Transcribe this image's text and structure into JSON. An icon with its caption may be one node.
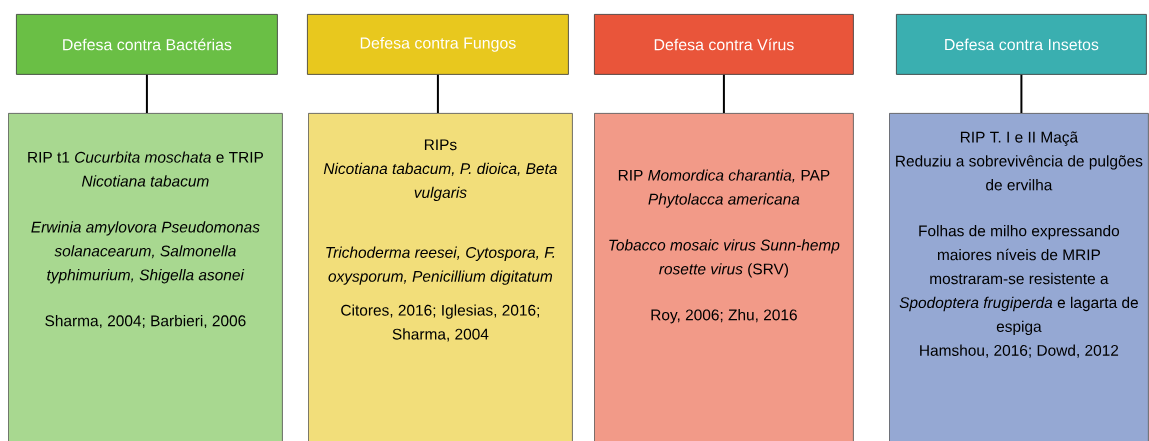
{
  "diagram": {
    "nodes": [
      {
        "text": [
          "Defesa contra Bactérias"
        ]
      },
      {
        "text": [
          "Defesa contra Fungos"
        ]
      },
      {
        "text": [
          "Defesa contra Vírus"
        ]
      },
      {
        "text": [
          "Defesa contra Insetos"
        ]
      },
      {
        "text": [
          "RIP t1 *Cucurbita moschata* e TRIP *Nicotiana tabacum*",
          "*Erwinia amylovora Pseudomonas solanacearum, Salmonella typhimurium, Shigella asonei*",
          "Sharma, 2004; Barbieri, 2006"
        ]
      },
      {
        "text": [
          "RIPs",
          "*Nicotiana tabacum, P. dioica, Beta vulgaris*",
          "*Trichoderma reesei, Cytospora, F. oxysporum, Penicillium digitatum*",
          "Citores, 2016; Iglesias, 2016; Sharma, 2004"
        ]
      },
      {
        "text": [
          "RIP *Momordica charantia,* PAP *Phytolacca americana*",
          "*Tobacco mosaic virus Sunn-hemp rosette virus* (SRV)",
          "Roy, 2006;  Zhu, 2016"
        ]
      },
      {
        "text": [
          "RIP T. I e II Maçã",
          "Reduziu a sobrevivência de pulgões de ervilha",
          "Folhas de milho expressando maiores níveis de MRIP mostraram-se resistente a *Spodoptera frugiperda* e lagarta de espiga",
          "Hamshou, 2016; Dowd, 2012"
        ]
      }
    ],
    "edges": [
      {
        "from": 0,
        "to": 4,
        "arrow": "none"
      },
      {
        "from": 1,
        "to": 5,
        "arrow": "none"
      },
      {
        "from": 2,
        "to": 6,
        "arrow": "none"
      },
      {
        "from": 3,
        "to": 7,
        "arrow": "none"
      }
    ]
  }
}
